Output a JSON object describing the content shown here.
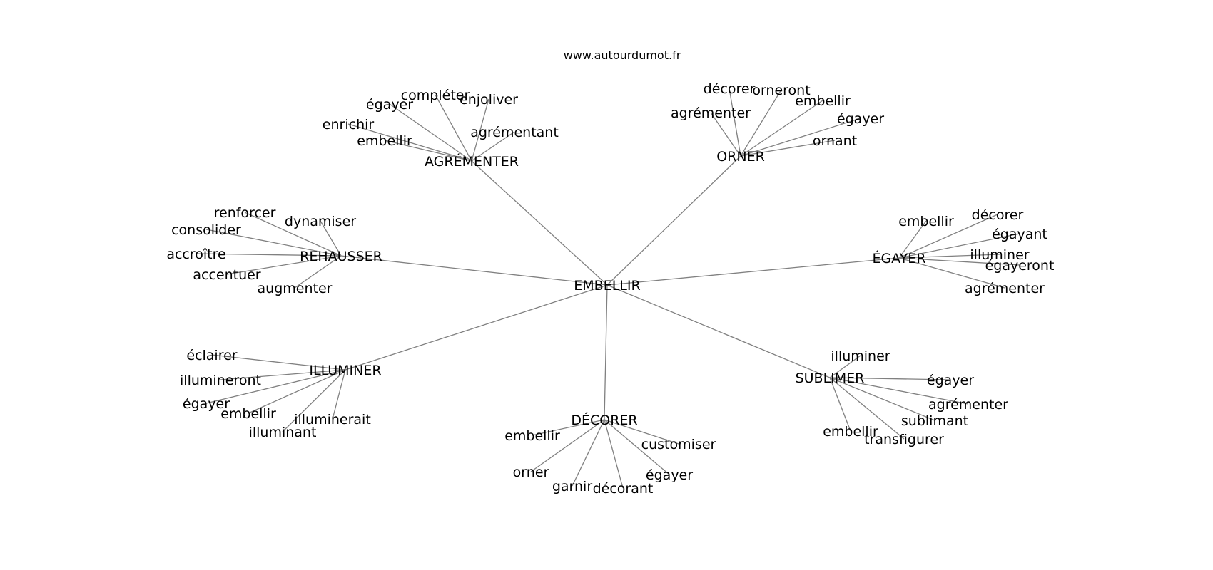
{
  "header": {
    "site": "www.autourdumot.fr"
  },
  "colors": {
    "edge": "#808080",
    "text": "#000000",
    "background": "#ffffff"
  },
  "graph": {
    "center": "EMBELLIR",
    "groups": [
      {
        "hub": "AGRÉMENTER",
        "leaves": [
          "compléter",
          "enjoliver",
          "égayer",
          "enrichir",
          "embellir",
          "agrémentant"
        ]
      },
      {
        "hub": "ORNER",
        "leaves": [
          "décorer",
          "orneront",
          "embellir",
          "agrémenter",
          "égayer",
          "ornant"
        ]
      },
      {
        "hub": "REHAUSSER",
        "leaves": [
          "renforcer",
          "dynamiser",
          "consolider",
          "accroître",
          "accentuer",
          "augmenter"
        ]
      },
      {
        "hub": "ÉGAYER",
        "leaves": [
          "embellir",
          "décorer",
          "égayant",
          "illuminer",
          "égayeront",
          "agrémenter"
        ]
      },
      {
        "hub": "ILLUMINER",
        "leaves": [
          "éclairer",
          "illumineront",
          "égayer",
          "embellir",
          "illuminerait",
          "illuminant"
        ]
      },
      {
        "hub": "DÉCORER",
        "leaves": [
          "embellir",
          "customiser",
          "orner",
          "égayer",
          "garnir",
          "décorant"
        ]
      },
      {
        "hub": "SUBLIMER",
        "leaves": [
          "illuminer",
          "égayer",
          "agrémenter",
          "sublimant",
          "embellir",
          "transfigurer"
        ]
      }
    ]
  }
}
